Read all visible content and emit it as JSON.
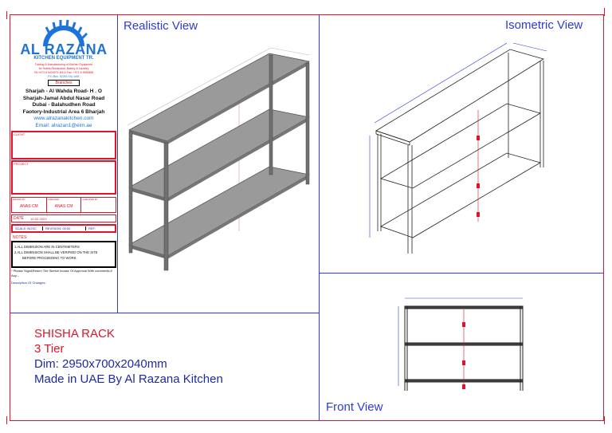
{
  "company": {
    "name": "AL RAZANA",
    "subtitle": "KITCHEN EQUIPMENT TR.",
    "tagline1": "Trading & Manufacturing of Kitchen Equipment",
    "tagline2": "for Hotels,Restaurant, Bakery & Laundry",
    "contact": "Tel:+971 6 5434074 |5411 Fax: +971 6 5983856",
    "pobox": "P.O.Box: 92253 Shj.-UAE",
    "branches_label": "Branches",
    "addresses": [
      "Sharjah - Al Wahda Road- H . O",
      "Sharjah-Jamal Abdul Nasar Road",
      "Dubai  - Balahudhen Road",
      "Faotory-Industrial Area 6 Bharjah"
    ],
    "website": "www.alrazanakitchen.com",
    "email": "Email: alrazan1@eim.ae"
  },
  "title_block": {
    "client_label": "CLIENT",
    "project_label": "PROJECT",
    "drawn_by_label": "DRAWN BY",
    "drawn_by": "ANAS CM",
    "checked_label": "CHECKED",
    "checked": "ANAS CM",
    "checked_by_label": "CHECKED BY",
    "date_label": "DATE",
    "date": "10-02-2023",
    "scale_label": "SCALE: NOSC",
    "revision_label": "REVISION: 00:00",
    "ref_label": "REF:",
    "notes_label": "NOTES:",
    "notes": [
      "1.ALL DIMENSION ARE IN CENTIMETERS",
      "2.ALL DIMENSION SHALL BE VERIFIED ON THE SITE",
      "BEFORE PROCEEDING TO WORK."
    ],
    "approval_note": "* Please Sign&Return The Sketch Incase Of Approval With comments,if Any...",
    "changes_label": "Description Of Changes:"
  },
  "views": {
    "realistic": "Realistic  View",
    "isometric": "Isometric View",
    "front": "Front View"
  },
  "product": {
    "name": "SHISHA RACK",
    "tiers": "3 Tier",
    "dimensions": "Dim: 2950x700x2040mm",
    "made_in": "Made in UAE By Al Razana Kitchen"
  },
  "colors": {
    "frame": "#2f3bd6",
    "red": "#e0142b",
    "logo_blue": "#1e73d8"
  }
}
